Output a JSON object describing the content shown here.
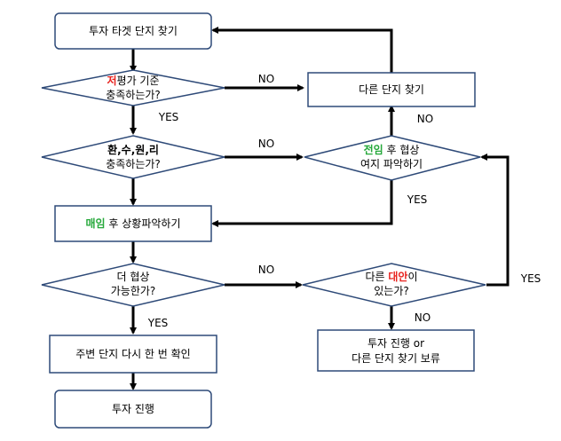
{
  "colors": {
    "stroke": "#2e4a78",
    "line": "#000000",
    "red": "#e8231e",
    "blue": "#1f4fd8",
    "green": "#25a83a"
  },
  "nodes": {
    "find_target": {
      "text": "투자 타겟 단지 찾기"
    },
    "low_price": {
      "hl": "저",
      "rest1": "평가 기준",
      "line2": "충족하는가?"
    },
    "other_complex": {
      "text": "다른 단지 찾기"
    },
    "hwansu": {
      "part1": "환,수,원,리",
      "line2": "충족하는가?"
    },
    "jeonim": {
      "hl": "전임",
      "rest1": " 후 협상",
      "line2": "여지 파악하기"
    },
    "maeim": {
      "hl": "매임",
      "rest": " 후 상황파악하기"
    },
    "negotiable": {
      "line1": "더 협상",
      "line2": "가능한가?"
    },
    "alternative": {
      "pre": "다른 ",
      "hl": "대안",
      "post": "이",
      "line2": "있는가?"
    },
    "recheck": {
      "text": "주변 단지 다시 한 번 확인"
    },
    "hold": {
      "line1": "투자 진행 or",
      "line2": "다른 단지 찾기 보류"
    },
    "proceed": {
      "text": "투자 진행"
    }
  },
  "labels": {
    "no1": "NO",
    "yes1": "YES",
    "no2": "NO",
    "no3": "NO",
    "yes2": "YES",
    "no4": "NO",
    "yes3": "YES",
    "yes4": "YES",
    "no5": "NO"
  }
}
